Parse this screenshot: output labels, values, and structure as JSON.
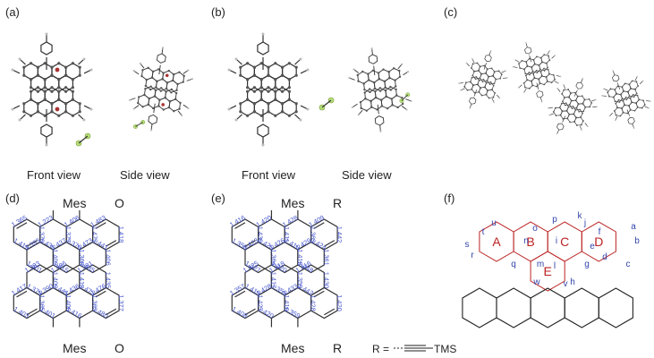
{
  "panels": {
    "a": {
      "label": "(a)",
      "front": "Front view",
      "side": "Side view"
    },
    "b": {
      "label": "(b)",
      "front": "Front view",
      "side": "Side view"
    },
    "c": {
      "label": "(c)"
    },
    "d": {
      "label": "(d)",
      "top_sub": "Mes",
      "top_sub2": "O",
      "bottom_sub": "Mes",
      "bottom_sub2": "O"
    },
    "e": {
      "label": "(e)",
      "top_sub": "Mes",
      "top_sub2": "R",
      "bottom_sub": "Mes",
      "bottom_sub2": "R",
      "r_def_left": "R =",
      "r_def_right": "TMS"
    },
    "f": {
      "label": "(f)"
    }
  },
  "ring_labels": [
    "A",
    "B",
    "C",
    "D",
    "E"
  ],
  "bond_labels": [
    "a",
    "b",
    "c",
    "d",
    "e",
    "f",
    "g",
    "h",
    "i",
    "j",
    "k",
    "l",
    "m",
    "n",
    "o",
    "p",
    "q",
    "r",
    "s",
    "t",
    "u",
    "v",
    "w"
  ],
  "bond_lengths_d": {
    "top": [
      "1.370",
      "1.419",
      "1.365",
      "1.377",
      "1.436",
      "1.223",
      "1.477",
      "1.370",
      "1.406",
      "1.418",
      "1.441",
      "1.483",
      "1.402",
      "1.401",
      "1.393",
      "1.368",
      "1.415",
      "1.437",
      "1.406",
      "1.435",
      "1.473",
      "1.402",
      "1.379",
      "1.393"
    ],
    "bottom": [
      "1.413",
      "1.441",
      "1.406",
      "1.435",
      "1.473",
      "1.381",
      "1.365",
      "1.403",
      "1.417",
      "1.400",
      "1.401",
      "1.390",
      "1.363",
      "1.416",
      "1.436",
      "1.377",
      "1.480",
      "1.476",
      "1.391",
      "1.375",
      "1.223"
    ]
  },
  "bond_lengths_e": {
    "top": [
      "1.430",
      "1.358",
      "1.416",
      "1.411",
      "1.420",
      "1.420",
      "1.363",
      "1.410",
      "1.428",
      "1.442",
      "1.424",
      "1.409",
      "1.364",
      "1.427",
      "1.423",
      "1.418",
      "1.420",
      "1.426",
      "1.361",
      "1.448"
    ],
    "bottom": [
      "1.429",
      "1.417",
      "1.419",
      "1.425",
      "1.359",
      "1.359",
      "1.418",
      "1.430",
      "1.442",
      "1.416",
      "1.427",
      "1.408",
      "1.357",
      "1.410",
      "1.420",
      "1.428",
      "1.428",
      "1.359",
      "1.433",
      "1.420"
    ]
  }
}
